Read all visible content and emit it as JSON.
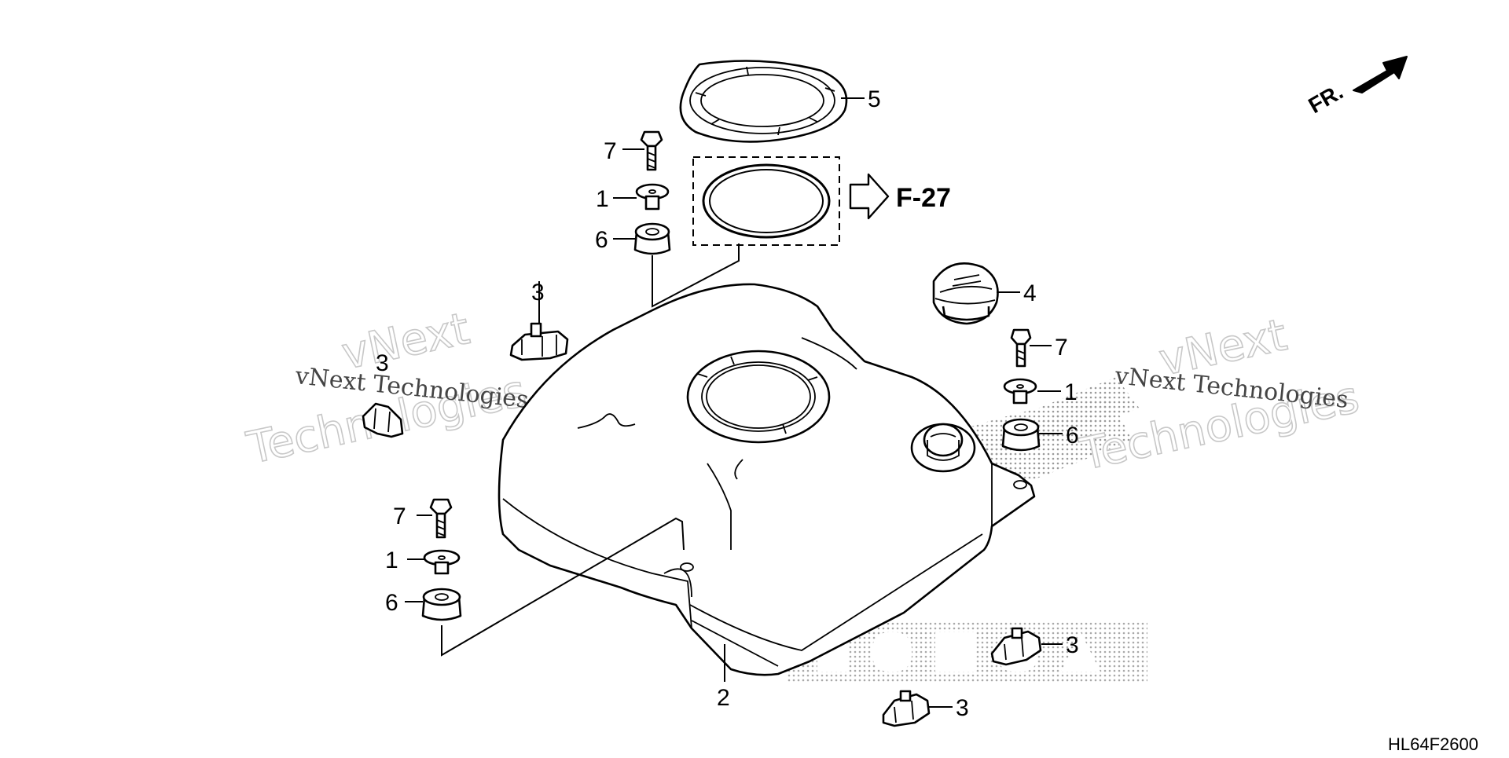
{
  "diagram": {
    "code": "HL64F2600",
    "direction_label": "FR.",
    "reference_label": "F-27",
    "brand_watermark_icon": "honda-wing-dotted-watermark",
    "watermark": {
      "big_line1": "vNext",
      "big_line2": "Technologies",
      "small": "vNext Technologies",
      "left_overlay_digit": "3"
    },
    "callouts": {
      "c5": "5",
      "c7_top": "7",
      "c1_top": "1",
      "c6_top": "6",
      "c3_left": "3",
      "c4": "4",
      "c7_right": "7",
      "c1_right": "1",
      "c6_right": "6",
      "c7_left": "7",
      "c1_left": "1",
      "c6_left": "6",
      "c2": "2",
      "c3_right": "3",
      "c3_bottom": "3"
    }
  }
}
